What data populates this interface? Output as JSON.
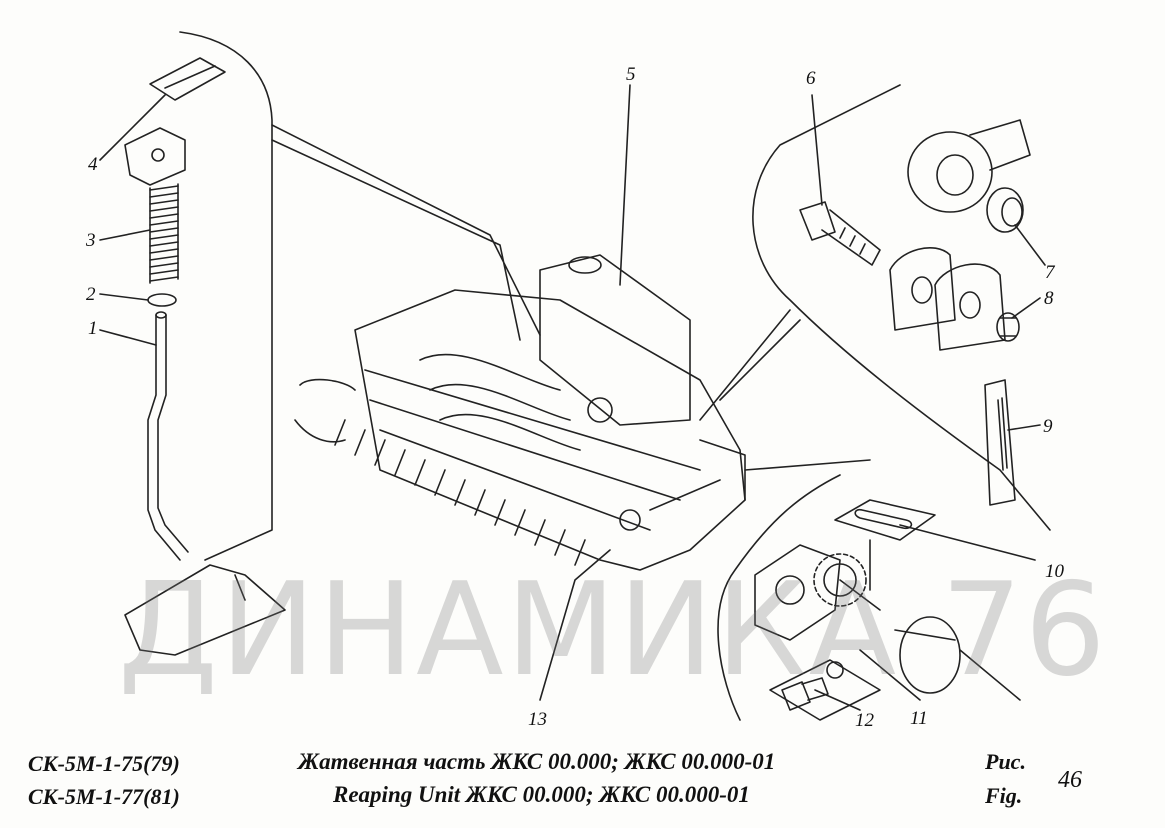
{
  "callouts": [
    "1",
    "2",
    "3",
    "4",
    "5",
    "6",
    "7",
    "8",
    "9",
    "10",
    "11",
    "12",
    "13"
  ],
  "footer": {
    "model_line_1": "СК-5М-1-75(79)",
    "model_line_2": "СК-5М-1-77(81)",
    "title_ru": "Жатвенная часть ЖКС 00.000; ЖКС 00.000-01",
    "title_en": "Reaping Unit  ЖКС 00.000; ЖКС 00.000-01",
    "fig_ru": "Рис.",
    "fig_en": "Fig.",
    "fig_number": "46"
  },
  "watermark": "ДИНАМИКА 76"
}
